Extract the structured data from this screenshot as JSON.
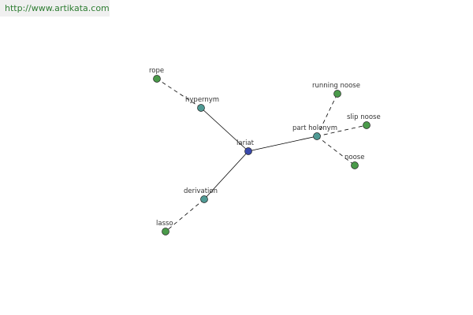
{
  "header": {
    "url": "http://www.artikata.com"
  },
  "colors": {
    "center": "#3949ab",
    "relation": "#4f9a94",
    "leaf": "#4a9a4a",
    "edge": "#000000",
    "url_text": "#2e7d32",
    "banner": "#f0f0f0"
  },
  "graph": {
    "nodes": [
      {
        "id": "lariat",
        "label": "lariat",
        "kind": "center"
      },
      {
        "id": "hypernym",
        "label": "hypernym",
        "kind": "relation"
      },
      {
        "id": "rope",
        "label": "rope",
        "kind": "leaf"
      },
      {
        "id": "derivation",
        "label": "derivation",
        "kind": "relation"
      },
      {
        "id": "lasso",
        "label": "lasso",
        "kind": "leaf"
      },
      {
        "id": "part_holonym",
        "label": "part holonym",
        "kind": "relation"
      },
      {
        "id": "running_noose",
        "label": "running noose",
        "kind": "leaf"
      },
      {
        "id": "slip_noose",
        "label": "slip noose",
        "kind": "leaf"
      },
      {
        "id": "noose",
        "label": "noose",
        "kind": "leaf"
      }
    ],
    "edges": [
      {
        "from": "lariat",
        "to": "hypernym",
        "style": "solid"
      },
      {
        "from": "hypernym",
        "to": "rope",
        "style": "dashed"
      },
      {
        "from": "lariat",
        "to": "derivation",
        "style": "solid"
      },
      {
        "from": "derivation",
        "to": "lasso",
        "style": "dashed"
      },
      {
        "from": "lariat",
        "to": "part_holonym",
        "style": "solid"
      },
      {
        "from": "part_holonym",
        "to": "running_noose",
        "style": "dashed"
      },
      {
        "from": "part_holonym",
        "to": "slip_noose",
        "style": "dashed"
      },
      {
        "from": "part_holonym",
        "to": "noose",
        "style": "dashed"
      }
    ]
  }
}
